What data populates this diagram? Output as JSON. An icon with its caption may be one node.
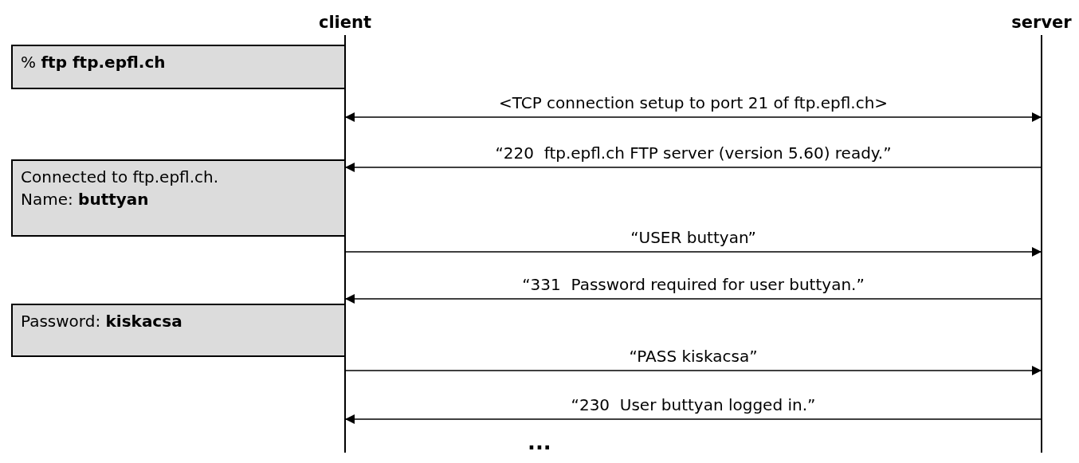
{
  "diagram": {
    "nodes": [
      {
        "text": [
          "client"
        ]
      },
      {
        "text": [
          "server"
        ]
      },
      {
        "text": [
          "% **ftp ftp.epfl.ch**"
        ]
      },
      {
        "text": [
          "Connected to ftp.epfl.ch.",
          "Name: **buttyan**"
        ]
      },
      {
        "text": [
          "Password: **kiskacsa**"
        ]
      }
    ],
    "edges": [
      {
        "from": 0,
        "to": 1,
        "arrow": "both",
        "label": "<TCP connection setup to port 21 of ftp.epfl.ch>"
      },
      {
        "from": 1,
        "to": 0,
        "arrow": "to",
        "label": "“220  ftp.epfl.ch FTP server (version 5.60) ready.”"
      },
      {
        "from": 0,
        "to": 1,
        "arrow": "to",
        "label": "“USER buttyan”"
      },
      {
        "from": 1,
        "to": 0,
        "arrow": "to",
        "label": "“331  Password required for user buttyan.”"
      },
      {
        "from": 0,
        "to": 1,
        "arrow": "to",
        "label": "“PASS kiskacsa”"
      },
      {
        "from": 1,
        "to": 0,
        "arrow": "to",
        "label": "“230  User buttyan logged in.”"
      }
    ],
    "labels": [
      "..."
    ]
  }
}
